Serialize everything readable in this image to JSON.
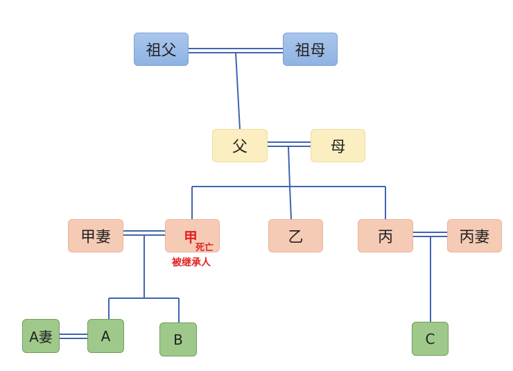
{
  "nodes": {
    "grandfather": "祖父",
    "grandmother": "祖母",
    "father": "父",
    "mother": "母",
    "jia_wife": "甲妻",
    "jia": "甲",
    "jia_status": "死亡",
    "jia_role": "被继承人",
    "yi": "乙",
    "bing": "丙",
    "bing_wife": "丙妻",
    "a_wife": "A妻",
    "a": "A",
    "b": "B",
    "c": "C"
  },
  "colors": {
    "line": "#3f63b0",
    "generation1": "#9dbde8",
    "generation2": "#fbeec0",
    "generation3": "#f6cbb5",
    "generation4": "#9fc98a",
    "highlight": "#e32222"
  }
}
